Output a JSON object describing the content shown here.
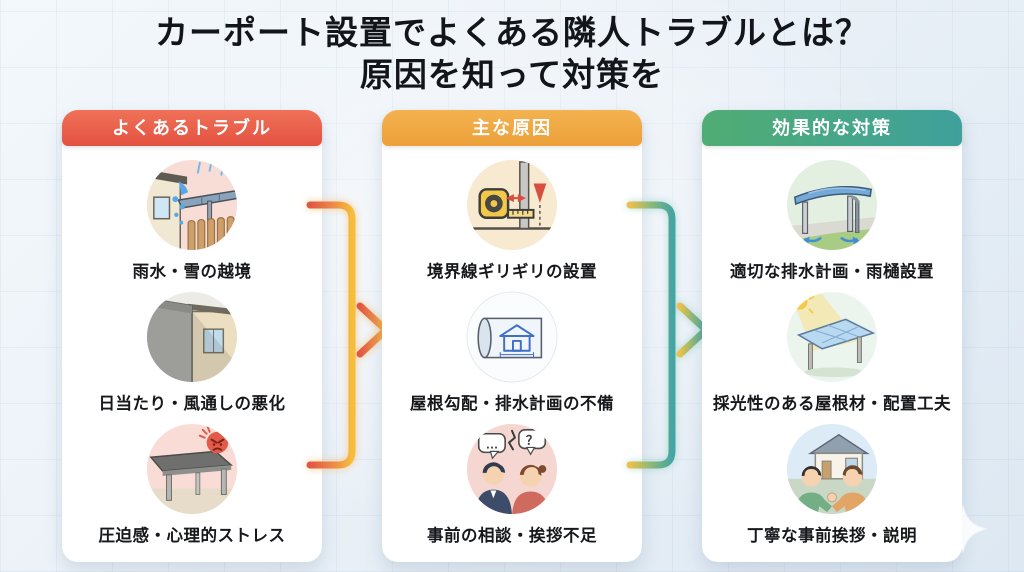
{
  "title": {
    "line1": "カーポート設置でよくある隣人トラブルとは？",
    "line2": "原因を知って対策を"
  },
  "columns": [
    {
      "header": "よくあるトラブル",
      "header_color": "#e4573f",
      "items": [
        {
          "icon": "rain-snow-overflow-icon",
          "label": "雨水・雪の越境"
        },
        {
          "icon": "sunlight-ventilation-icon",
          "label": "日当たり・風通しの悪化"
        },
        {
          "icon": "oppressive-stress-icon",
          "label": "圧迫感・心理的ストレス"
        }
      ]
    },
    {
      "header": "主な原因",
      "header_color": "#eda33d",
      "items": [
        {
          "icon": "tape-measure-boundary-icon",
          "label": "境界線ギリギリの設置"
        },
        {
          "icon": "blueprint-plan-icon",
          "label": "屋根勾配・排水計画の不備"
        },
        {
          "icon": "consultation-lack-icon",
          "label": "事前の相談・挨拶不足"
        }
      ]
    },
    {
      "header": "効果的な対策",
      "header_color": "#44a48d",
      "items": [
        {
          "icon": "drainage-gutter-icon",
          "label": "適切な排水計画・雨樋設置"
        },
        {
          "icon": "daylight-roof-icon",
          "label": "採光性のある屋根材・配置工夫"
        },
        {
          "icon": "greeting-explanation-icon",
          "label": "丁寧な事前挨拶・説明"
        }
      ]
    }
  ],
  "arrows": [
    {
      "name": "troubles-to-causes-arrow",
      "gradient_from": "#e25742",
      "gradient_to": "#f6bd3a"
    },
    {
      "name": "causes-to-solutions-arrow",
      "gradient_from": "#ecc04a",
      "gradient_to": "#45a5a2"
    }
  ],
  "icon_text": {
    "bubble_left": "…",
    "bubble_right": "？"
  },
  "decoration": {
    "sparkle_color": "#ffffff"
  }
}
